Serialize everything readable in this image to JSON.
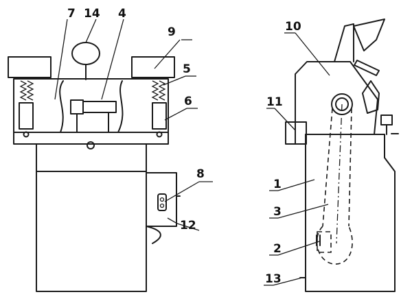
{
  "figure": {
    "front_view_labels": [
      "7",
      "14",
      "4",
      "9",
      "5",
      "6",
      "8",
      "12"
    ],
    "side_view_labels": [
      "10",
      "11",
      "1",
      "3",
      "2",
      "13"
    ],
    "colors": {
      "ink": "#1a1a1a",
      "background": "#ffffff"
    }
  }
}
